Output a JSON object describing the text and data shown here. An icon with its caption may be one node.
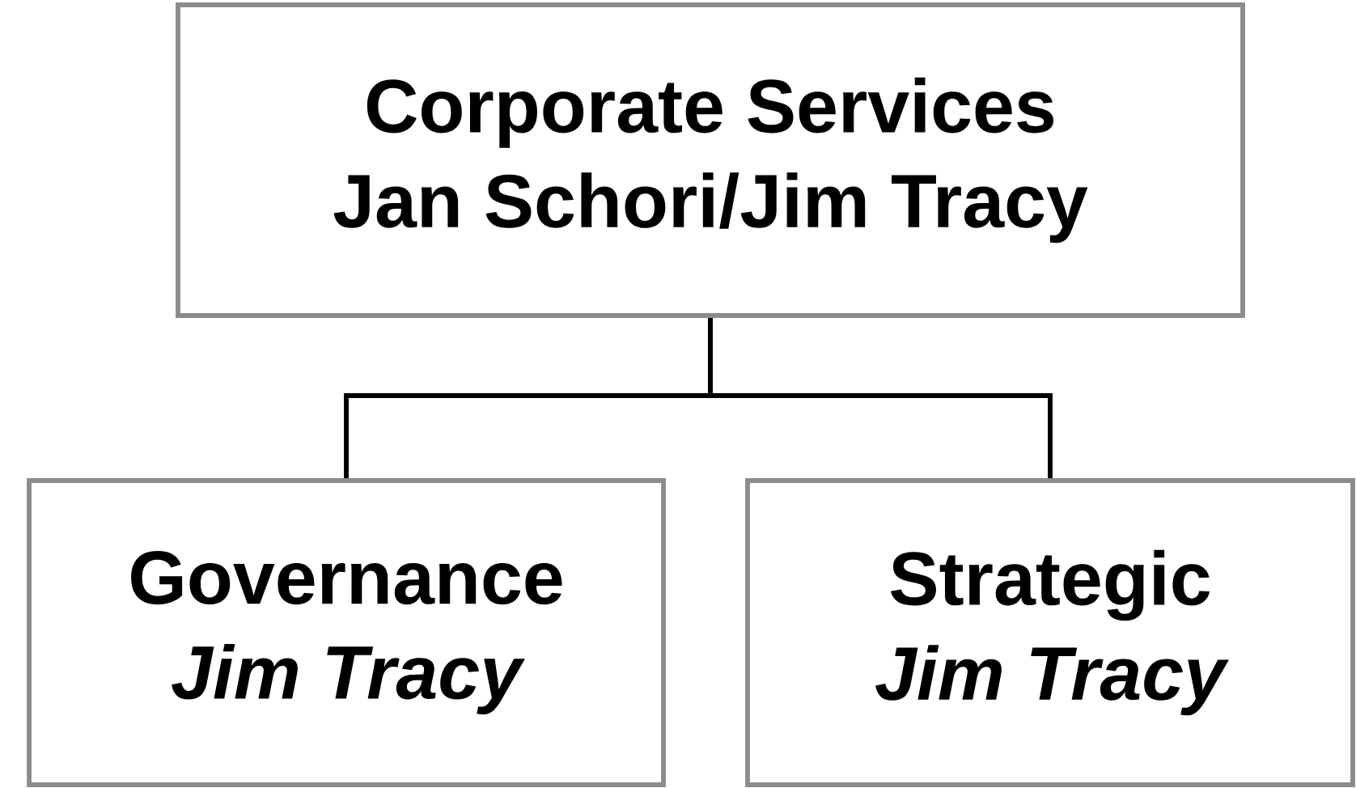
{
  "diagram": {
    "nodes": [
      {
        "text": [
          "Corporate Services",
          "Jan Schori/Jim Tracy"
        ]
      },
      {
        "text": [
          "Governance",
          "Jim Tracy"
        ]
      },
      {
        "text": [
          "Strategic",
          "Jim Tracy"
        ]
      }
    ],
    "edges": [
      {
        "from": 0,
        "to": 1,
        "arrow": "none"
      },
      {
        "from": 0,
        "to": 2,
        "arrow": "none"
      }
    ]
  }
}
